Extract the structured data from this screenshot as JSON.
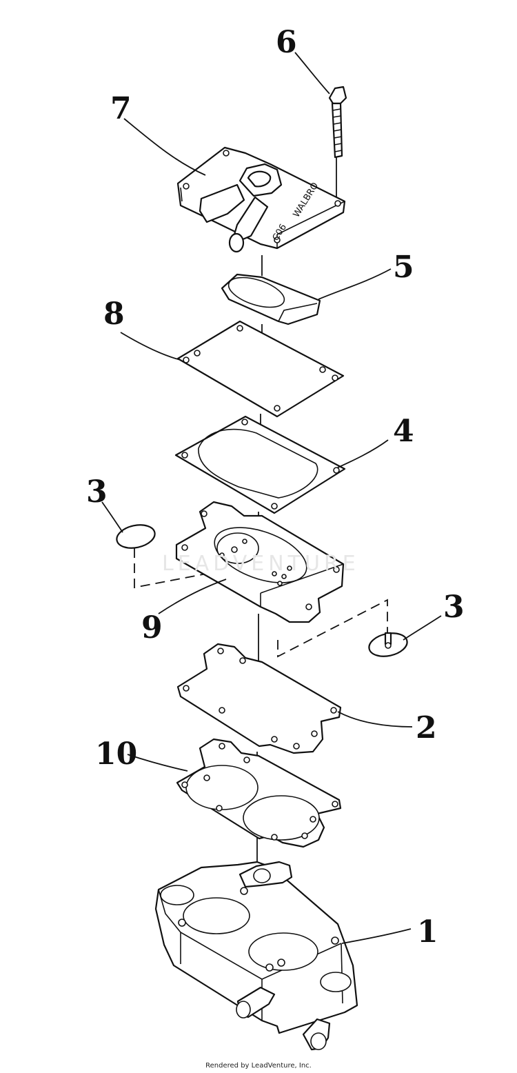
{
  "diagram": {
    "callouts": [
      "1",
      "2",
      "3",
      "3",
      "4",
      "5",
      "6",
      "7",
      "8",
      "9",
      "10"
    ],
    "stamp_text": "WALBRO",
    "stamp_code": "C06"
  },
  "watermark": "LEADVENTURE",
  "footer": "Rendered by LeadVenture, Inc."
}
